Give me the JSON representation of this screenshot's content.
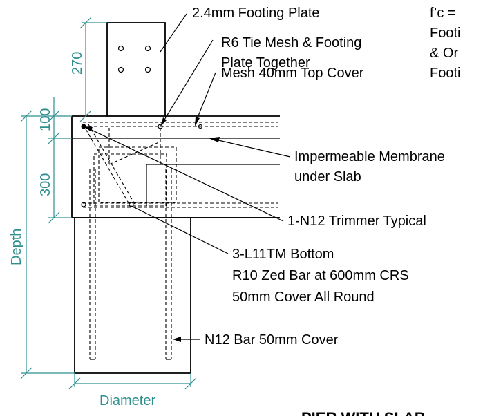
{
  "labels": {
    "footing_plate": "2.4mm Footing Plate",
    "tie_mesh_line1": "R6 Tie Mesh & Footing",
    "tie_mesh_line2": "Plate Together",
    "mesh_cover": "Mesh 40mm Top Cover",
    "membrane_line1": "Impermeable Membrane",
    "membrane_line2": "under Slab",
    "trimmer": "1-N12 Trimmer Typical",
    "bottom_line1": "3-L11TM Bottom",
    "bottom_line2": "R10 Zed Bar at 600mm CRS",
    "bottom_line3": "50mm Cover All Round",
    "n12_bar": "N12 Bar 50mm Cover"
  },
  "dimensions": {
    "plate_height": "270",
    "slab_top": "100",
    "slab_depth": "300",
    "depth": "Depth",
    "diameter": "Diameter"
  },
  "notes": {
    "line1": "f’c =",
    "line2": "Footi",
    "line3": "& Or",
    "line4": "Footi"
  },
  "bottom_caption": "PIER WITH SLAB",
  "colors": {
    "dimension": "#2f8f8f",
    "line": "#000000"
  }
}
